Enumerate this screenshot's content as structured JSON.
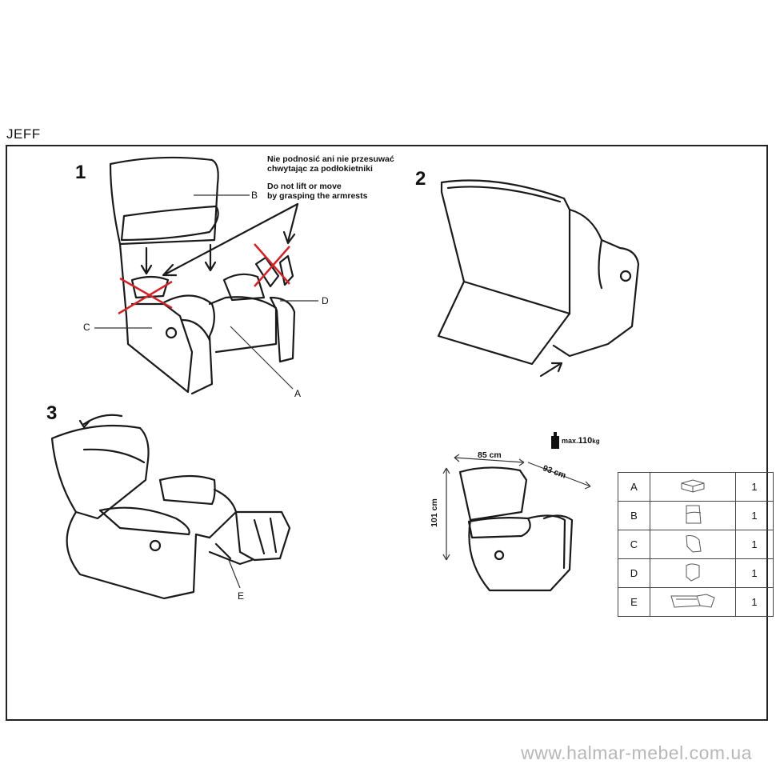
{
  "title": "JEFF",
  "steps": [
    "1",
    "2",
    "3"
  ],
  "warning": {
    "pl_line1": "Nie podnosić ani nie przesuwać",
    "pl_line2": "chwytając za podłokietniki",
    "en_line1": "Do not lift or move",
    "en_line2": "by grasping the armrests"
  },
  "callouts": {
    "a": "A",
    "b": "B",
    "c": "C",
    "d": "D",
    "e": "E"
  },
  "dimensions": {
    "width": "85 cm",
    "depth": "93 cm",
    "height": "101 cm",
    "max_load_prefix": "max.",
    "max_load": "110",
    "max_load_unit": "kg"
  },
  "parts": [
    {
      "letter": "A",
      "qty": "1",
      "icon": "seat-cushion-icon"
    },
    {
      "letter": "B",
      "qty": "1",
      "icon": "backrest-icon"
    },
    {
      "letter": "C",
      "qty": "1",
      "icon": "left-armrest-icon"
    },
    {
      "letter": "D",
      "qty": "1",
      "icon": "right-armrest-icon"
    },
    {
      "letter": "E",
      "qty": "1",
      "icon": "footrest-mechanism-icon"
    }
  ],
  "footer": "www.halmar-mebel.com.ua",
  "colors": {
    "line": "#1a1a1a",
    "cross": "#d0242a",
    "footer": "#b7b7b7"
  }
}
